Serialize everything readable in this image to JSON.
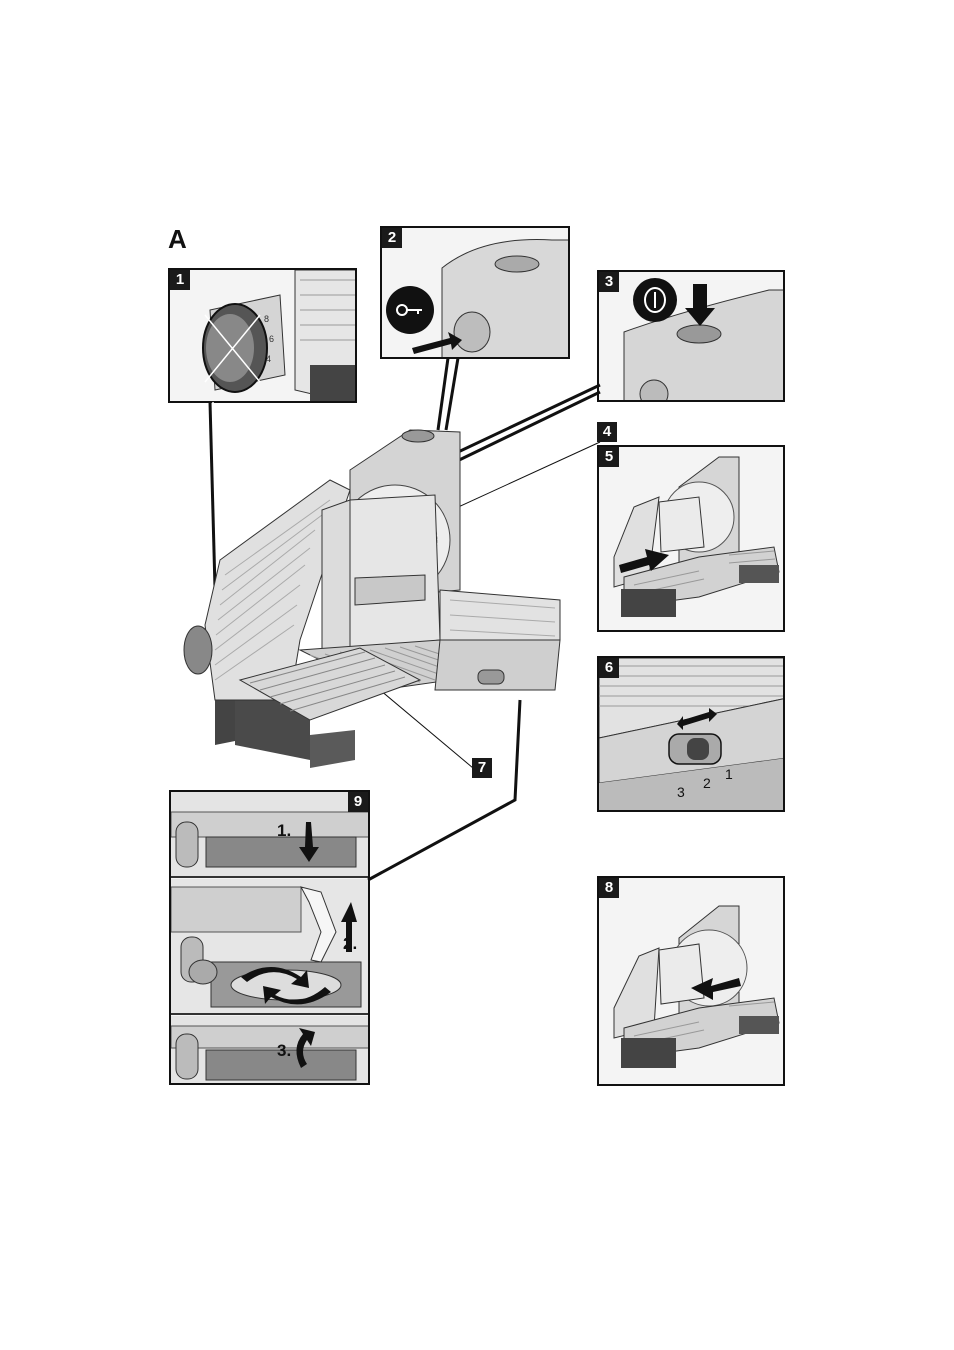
{
  "figure": {
    "section_letter": "A",
    "panels": [
      {
        "number": "1"
      },
      {
        "number": "2"
      },
      {
        "number": "3"
      },
      {
        "number": "4"
      },
      {
        "number": "5"
      },
      {
        "number": "6",
        "callouts": [
          "3",
          "2",
          "1"
        ]
      },
      {
        "number": "7"
      },
      {
        "number": "8"
      },
      {
        "number": "9",
        "steps": [
          "1.",
          "2.",
          "3."
        ]
      }
    ],
    "dial_scale": [
      "8",
      "6",
      "4"
    ],
    "icons": [
      "key-icon",
      "power-icon",
      "arrow-icon",
      "rotation-arrow-icon",
      "double-arrow-icon"
    ],
    "colors": {
      "outline": "#111111",
      "badge": "#1a1a1a",
      "device": "#d8d8d8",
      "shadow": "#555555"
    }
  }
}
